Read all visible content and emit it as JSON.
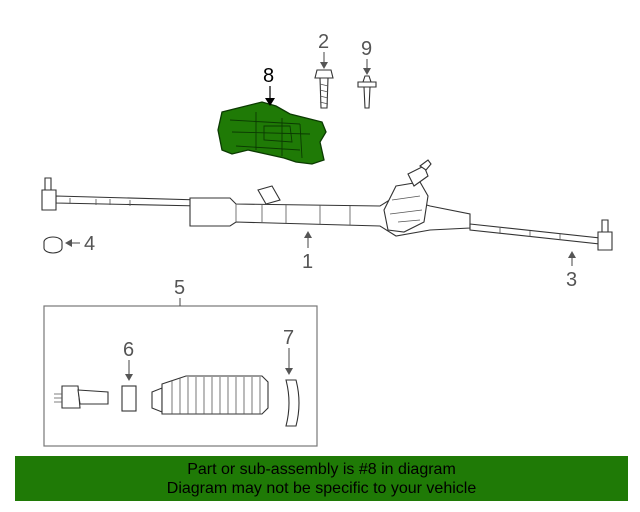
{
  "callouts": {
    "c1": "1",
    "c2": "2",
    "c3": "3",
    "c4": "4",
    "c5": "5",
    "c6": "6",
    "c7": "7",
    "c8": "8",
    "c9": "9"
  },
  "colors": {
    "highlight": "#1f7a06",
    "line": "#333333",
    "callout_text": "#555555"
  },
  "banner": {
    "line1": "Part or sub-assembly is #8 in diagram",
    "line2": "Diagram may not be specific to your vehicle"
  }
}
